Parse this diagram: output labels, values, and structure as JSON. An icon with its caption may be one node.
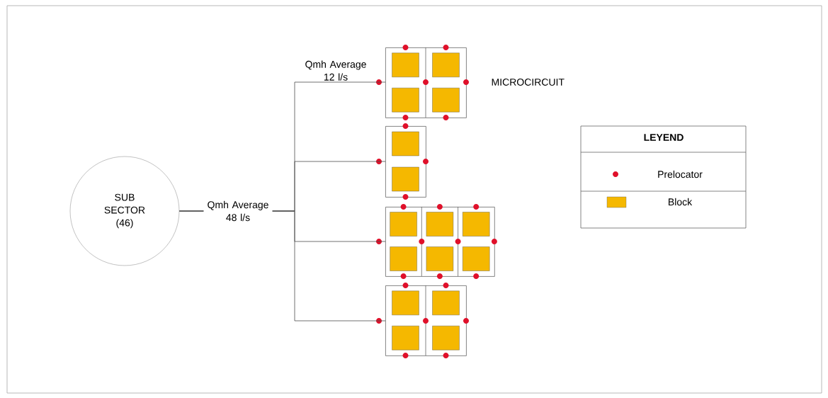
{
  "diagram": {
    "nodes": [
      {
        "text": [
          "SUB SECTOR (46)"
        ]
      },
      {
        "text": [],
        "shape": "box",
        "beside": [
          "MICROCIRCUIT"
        ]
      },
      {
        "text": [],
        "shape": "box"
      },
      {
        "text": [],
        "shape": "box"
      },
      {
        "text": [],
        "shape": "box"
      }
    ],
    "edges": [
      {
        "from": 0,
        "to": 1,
        "arrow": "none",
        "label": "Qmh Average 12 l/s"
      },
      {
        "from": 0,
        "to": 2,
        "arrow": "none"
      },
      {
        "from": 0,
        "to": 3,
        "arrow": "none"
      },
      {
        "from": 0,
        "to": 4,
        "arrow": "none"
      }
    ],
    "labels": [
      "Qmh Average 48 l/s",
      "LEYEND"
    ],
    "legend": [
      {
        "text": "Prelocator"
      },
      {
        "text": "Block",
        "color": "#f5b800"
      }
    ]
  }
}
